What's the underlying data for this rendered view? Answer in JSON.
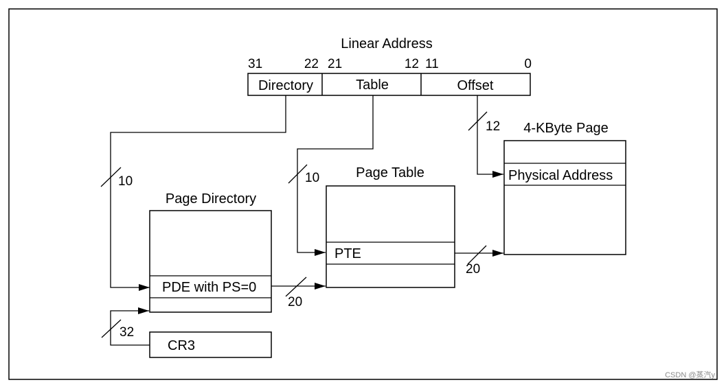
{
  "linear_address": {
    "title": "Linear Address",
    "bit_labels": {
      "b31": "31",
      "b22": "22",
      "b21": "21",
      "b12": "12",
      "b11": "11",
      "b0": "0"
    },
    "fields": {
      "directory": "Directory",
      "table": "Table",
      "offset": "Offset"
    }
  },
  "page_directory": {
    "title": "Page Directory",
    "entry": "PDE with PS=0"
  },
  "page_table": {
    "title": "Page Table",
    "entry": "PTE"
  },
  "page": {
    "title": "4-KByte Page",
    "entry": "Physical Address"
  },
  "cr3": {
    "label": "CR3"
  },
  "widths": {
    "directory_bits": "10",
    "table_bits": "10",
    "offset_bits": "12",
    "pde_to_pt": "20",
    "pte_to_page": "20",
    "cr3_bits": "32"
  },
  "watermark": "CSDN @蒸汽y"
}
